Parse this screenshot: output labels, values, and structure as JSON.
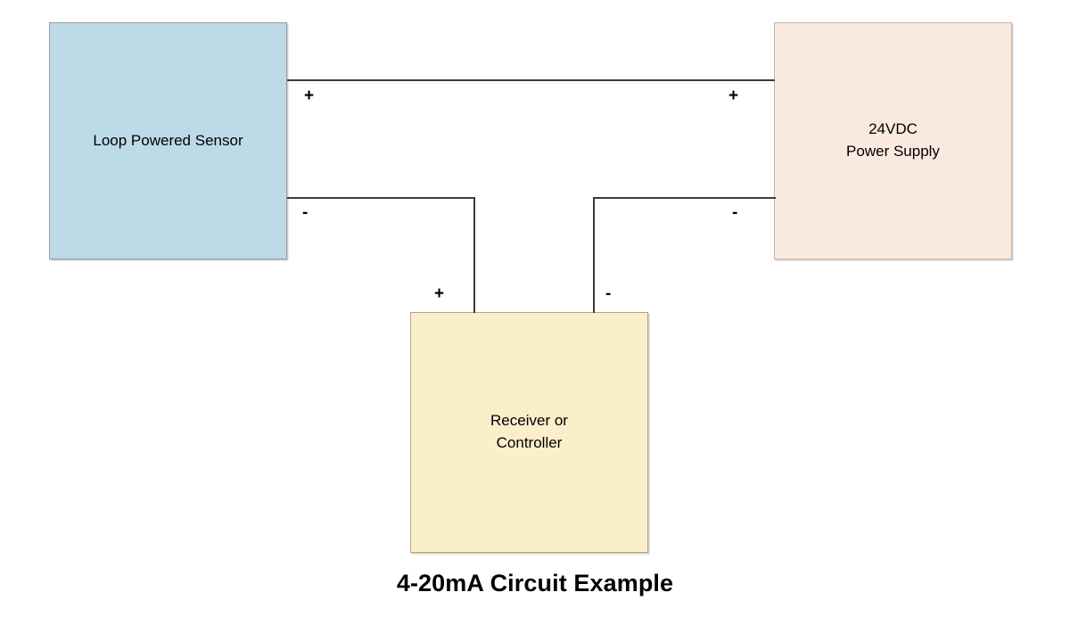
{
  "diagram": {
    "title": "4-20mA Circuit Example",
    "blocks": [
      {
        "id": "sensor",
        "label": "Loop Powered Sensor",
        "color": "#bcdbe6",
        "border": "#9a9a9a"
      },
      {
        "id": "power-supply",
        "label": "24VDC\nPower Supply",
        "color": "#f9e9df",
        "border": "#c9b5ab"
      },
      {
        "id": "receiver",
        "label": "Receiver or\nController",
        "color": "#fbeecb",
        "border": "#b3a583"
      }
    ],
    "polarity_markers": [
      {
        "id": "sensor-positive",
        "symbol": "+"
      },
      {
        "id": "supply-positive",
        "symbol": "+"
      },
      {
        "id": "sensor-negative",
        "symbol": "-"
      },
      {
        "id": "supply-negative",
        "symbol": "-"
      },
      {
        "id": "receiver-positive",
        "symbol": "+"
      },
      {
        "id": "receiver-negative",
        "symbol": "-"
      }
    ],
    "wire_color": "#3b3b3b",
    "background": "#ffffff"
  }
}
